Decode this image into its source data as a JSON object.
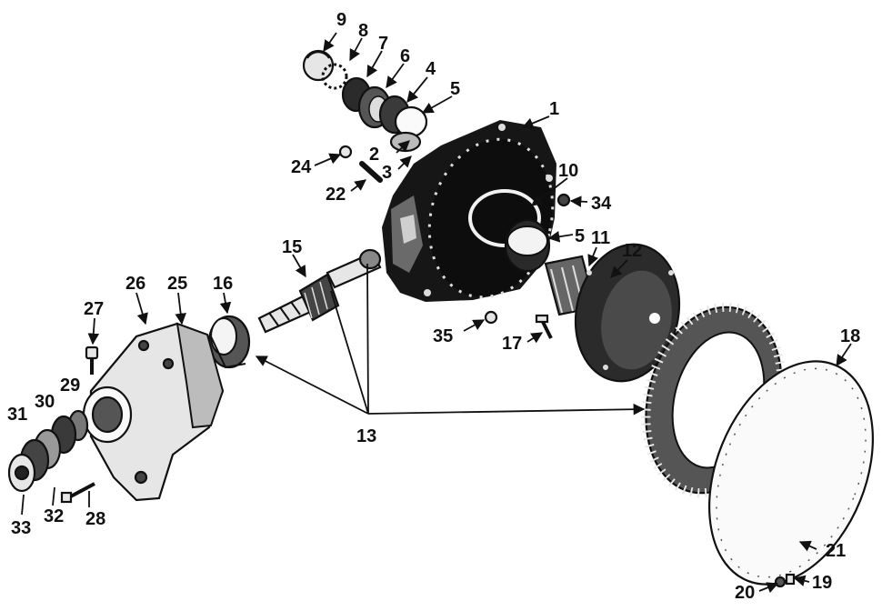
{
  "diagram": {
    "callouts": {
      "c1": "1",
      "c2": "2",
      "c3": "3",
      "c4": "4",
      "c5a": "5",
      "c5b": "5",
      "c6": "6",
      "c7": "7",
      "c8": "8",
      "c9": "9",
      "c10": "10",
      "c11": "11",
      "c12": "12",
      "c13": "13",
      "c15": "15",
      "c16": "16",
      "c17": "17",
      "c18": "18",
      "c19": "19",
      "c20": "20",
      "c21": "21",
      "c22": "22",
      "c24": "24",
      "c25": "25",
      "c26": "26",
      "c27": "27",
      "c28": "28",
      "c29": "29",
      "c30": "30",
      "c31": "31",
      "c32": "32",
      "c33": "33",
      "c34": "34",
      "c35": "35"
    }
  }
}
